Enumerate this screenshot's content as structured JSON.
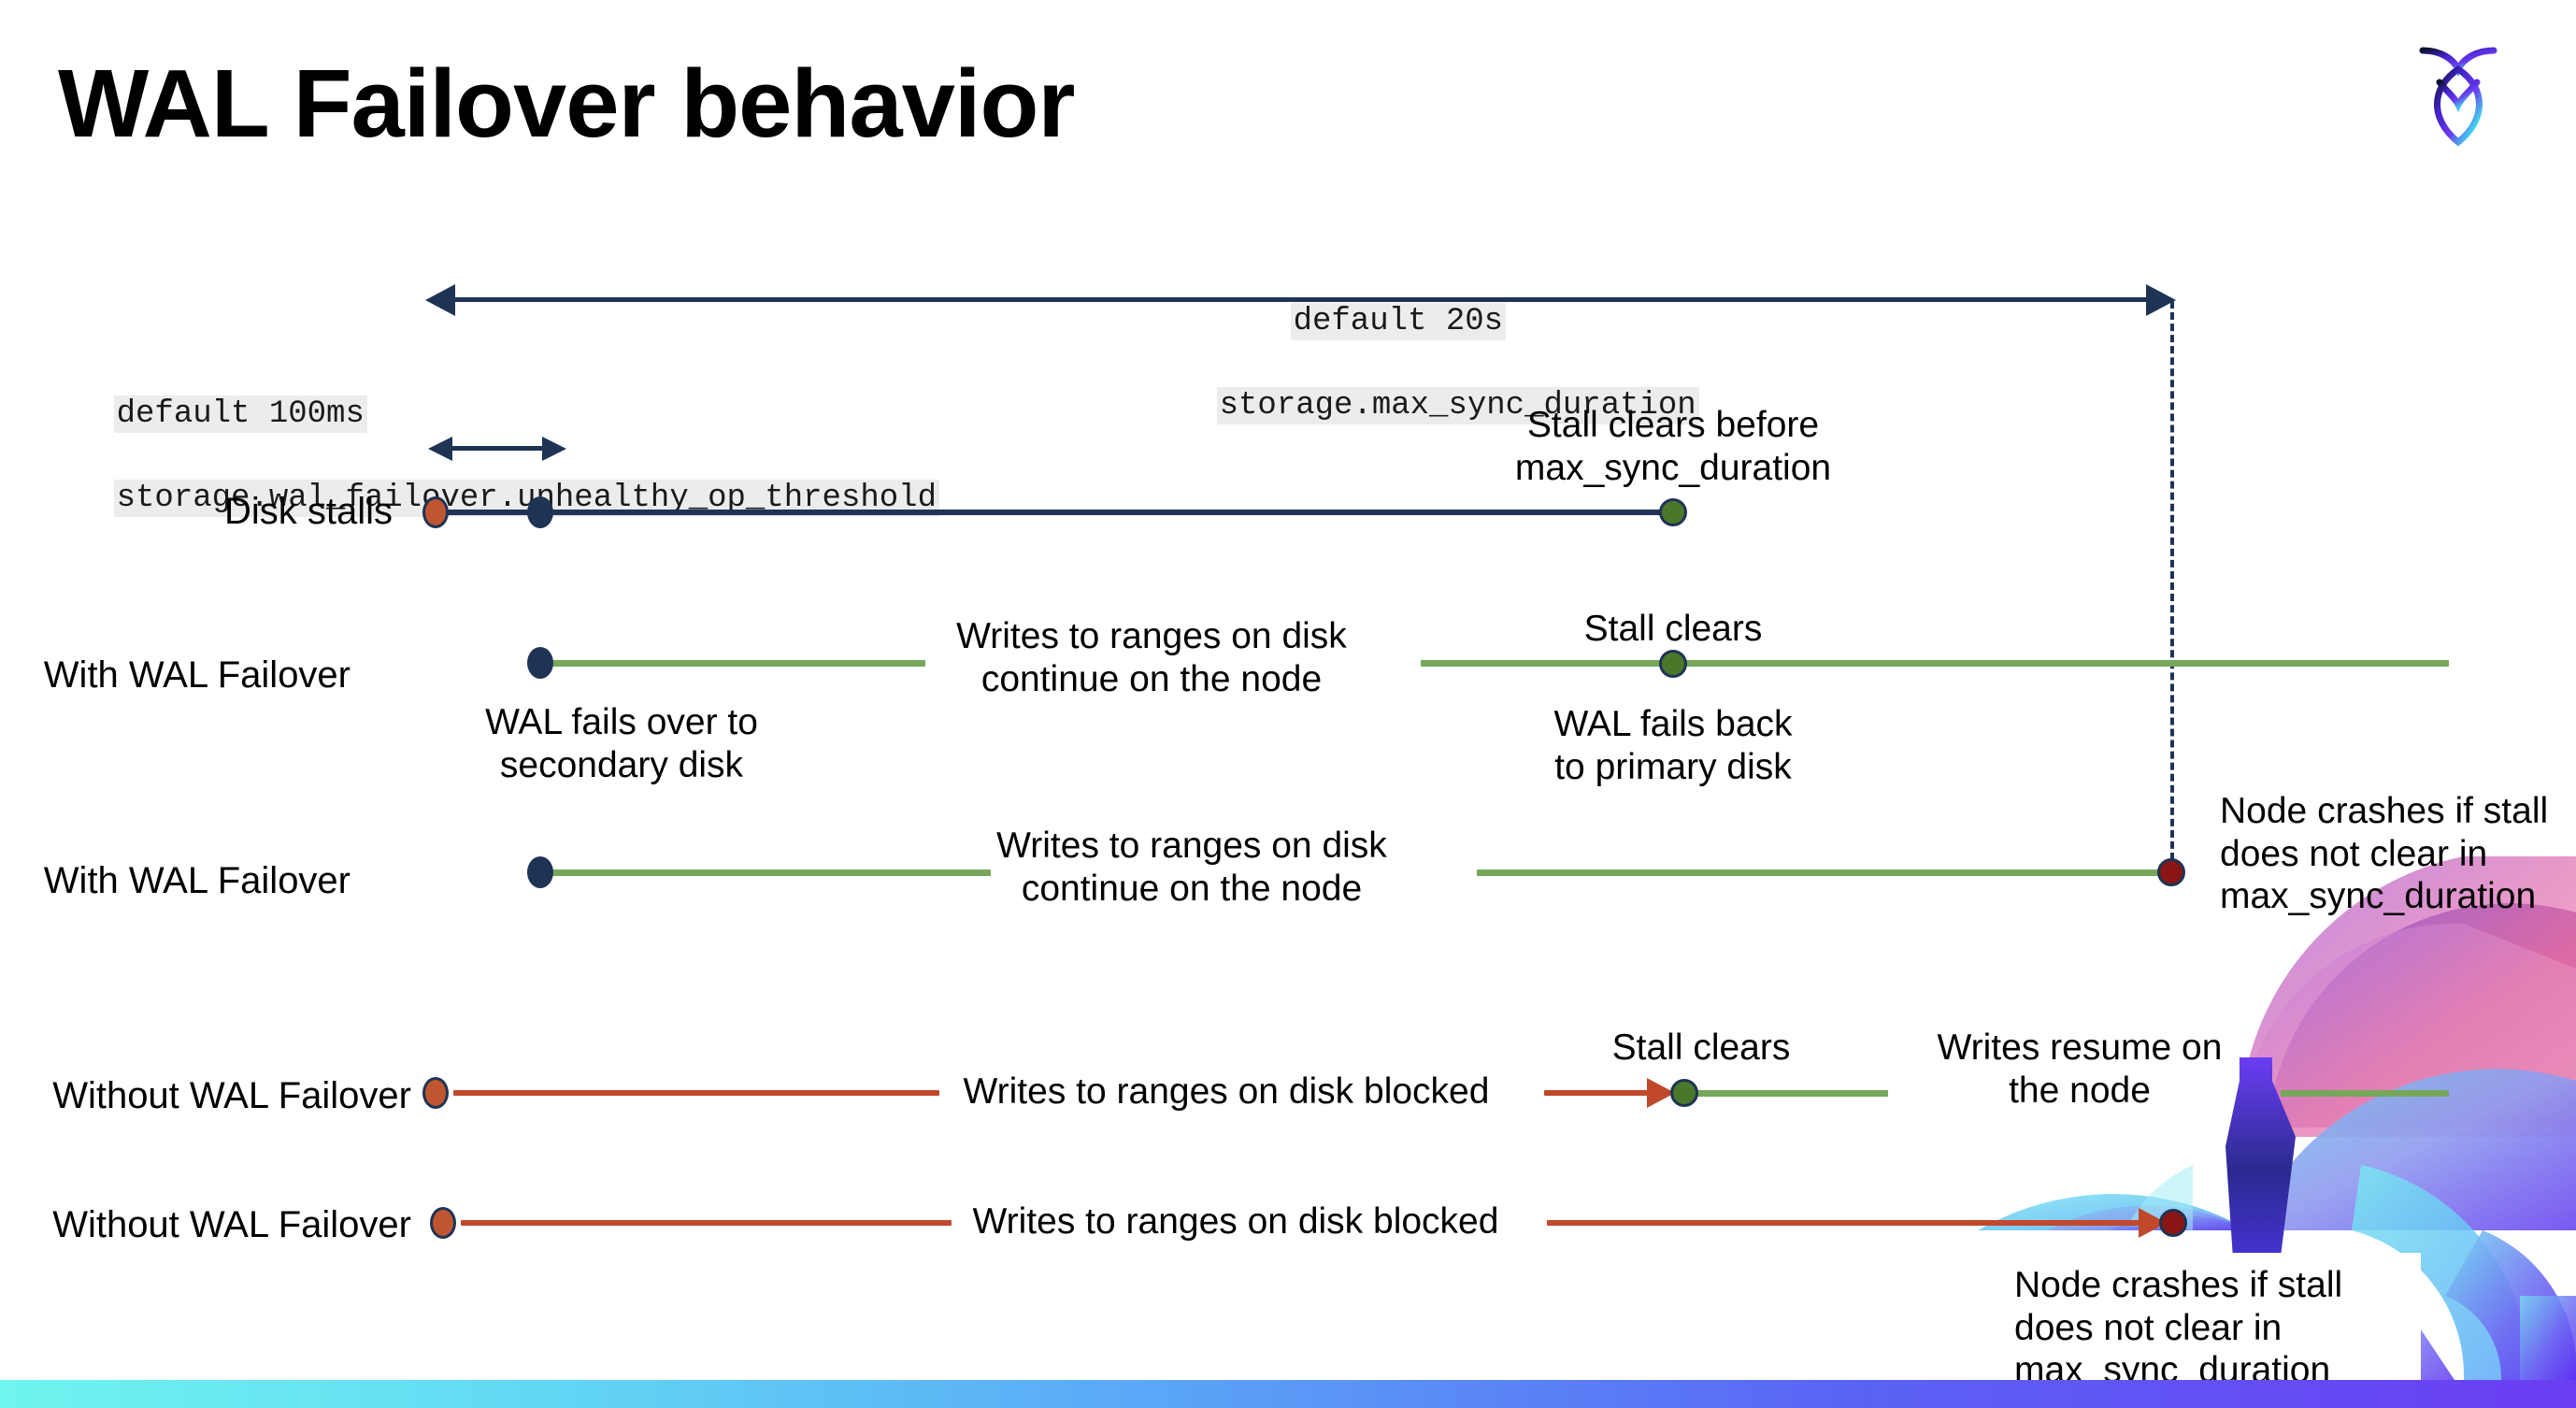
{
  "slide": {
    "title": "WAL Failover behavior",
    "logo_name": "cockroachdb-logo"
  },
  "settings": {
    "max_sync": {
      "default_label": "default 20s",
      "setting_name": "storage.max_sync_duration"
    },
    "unhealthy_op": {
      "default_label": "default 100ms",
      "setting_name": "storage.wal_failover.unhealthy_op_threshold"
    }
  },
  "rows": [
    {
      "label": "Disk stalls",
      "note_end": "Stall clears before\nmax_sync_duration"
    },
    {
      "label": "With WAL Failover",
      "note_start": "WAL fails over to\nsecondary disk",
      "note_mid": "Writes to ranges on disk\ncontinue on the node",
      "note_clear": "Stall clears",
      "note_back": "WAL fails  back\nto primary disk"
    },
    {
      "label": "With WAL Failover",
      "note_mid": "Writes to ranges on disk\ncontinue on the node",
      "note_crash": "Node crashes if stall\ndoes not clear in\nmax_sync_duration"
    },
    {
      "label": "Without WAL Failover",
      "note_mid": "Writes to ranges on disk  blocked",
      "note_clear": "Stall clears",
      "note_resume": "Writes resume on\nthe node"
    },
    {
      "label": "Without WAL Failover",
      "note_mid": "Writes to ranges on disk  blocked",
      "note_crash": "Node crashes if stall\ndoes not clear in\nmax_sync_duration"
    }
  ],
  "colors": {
    "navy": "#1f3355",
    "green_line": "#76a75b",
    "red_line": "#c0492c",
    "dot_orange": "#c0562f",
    "dot_green": "#4a7729",
    "dot_darkred": "#8a1515",
    "code_chip_bg": "#ececec"
  }
}
